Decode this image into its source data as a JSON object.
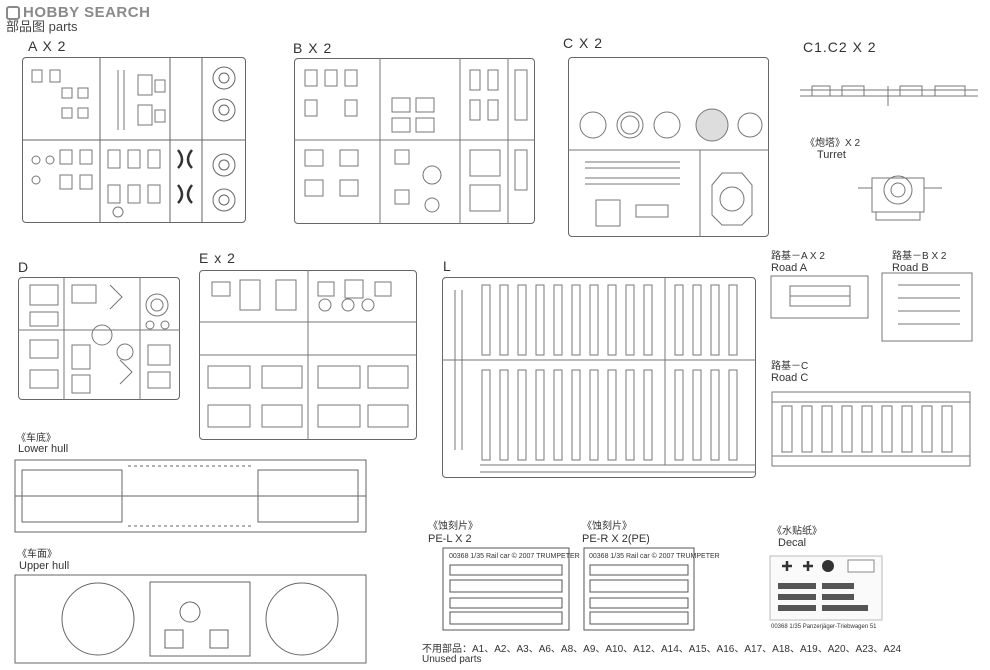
{
  "watermark": {
    "text": "HOBBY SEARCH"
  },
  "header": {
    "text": "部品图 parts"
  },
  "sprues": {
    "a": "A X 2",
    "b": "B X 2",
    "c": "C X 2",
    "c1c2": "C1.C2 X 2",
    "d": "D",
    "e": "E x 2",
    "l": "L"
  },
  "turret": {
    "cn": "《炮塔》X 2",
    "en": "Turret"
  },
  "road_a": {
    "cn": "路基－A X 2",
    "en": "Road A"
  },
  "road_b": {
    "cn": "路基－B X 2",
    "en": "Road B"
  },
  "road_c": {
    "cn": "路基－C",
    "en": "Road C"
  },
  "lower_hull": {
    "cn": "《车底》",
    "en": "Lower hull"
  },
  "upper_hull": {
    "cn": "《车面》",
    "en": "Upper hull"
  },
  "pe_l": {
    "cn": "《蚀刻片》",
    "en": "PE-L X 2",
    "plate_text": "00368 1/35 Rail car  © 2007 TRUMPETER"
  },
  "pe_r": {
    "cn": "《蚀刻片》",
    "en": "PE-R X 2(PE)",
    "plate_text": "00368 1/35 Rail car  © 2007 TRUMPETER"
  },
  "decal": {
    "cn": "《水贴纸》",
    "en": "Decal",
    "caption": "00368 1/35 Panzerjäger-Triebwagen 51"
  },
  "unused": {
    "cn": "不用部品：A1、A2、A3、A6、A8、A9、A10、A12、A14、A15、A16、A17、A18、A19、A20、A23、A24",
    "en": "Unused parts"
  }
}
